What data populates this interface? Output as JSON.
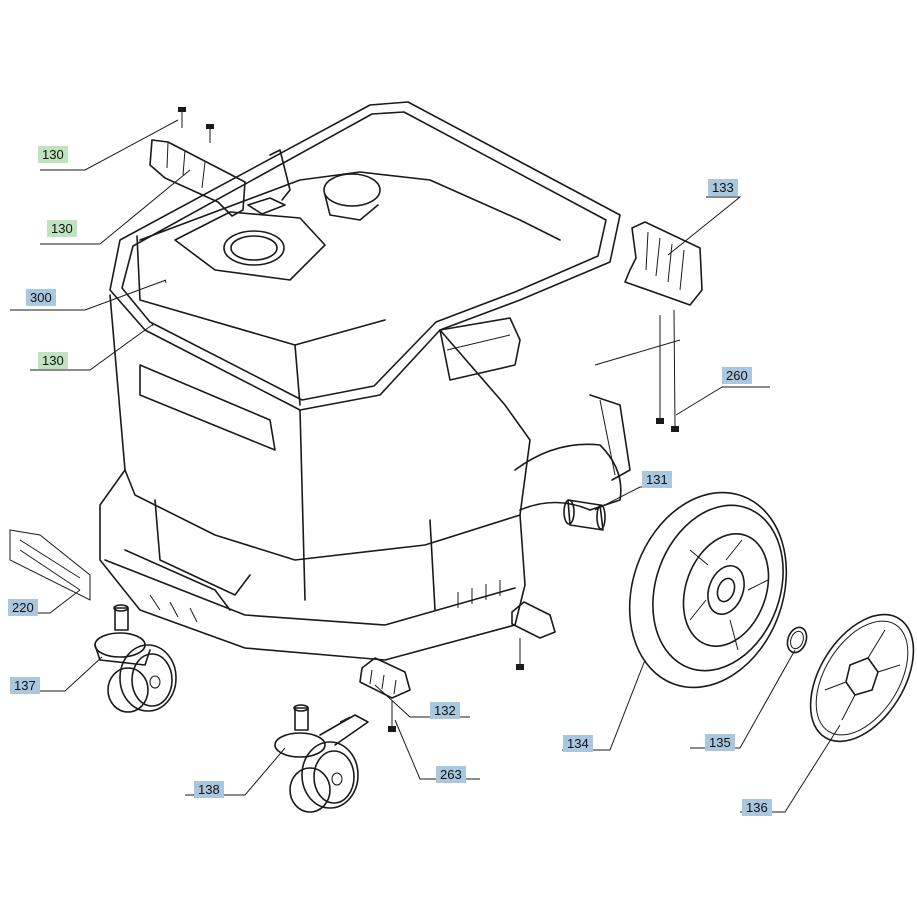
{
  "colors": {
    "blue_label": "#a9c7de",
    "green_label": "#bfe3bf",
    "line": "#1a1a1a"
  },
  "labels": {
    "l130a": {
      "text": "130",
      "color": "green"
    },
    "l130b": {
      "text": "130",
      "color": "green"
    },
    "l300": {
      "text": "300",
      "color": "blue"
    },
    "l130c": {
      "text": "130",
      "color": "green"
    },
    "l133": {
      "text": "133",
      "color": "blue"
    },
    "l260": {
      "text": "260",
      "color": "blue"
    },
    "l131": {
      "text": "131",
      "color": "blue"
    },
    "l220": {
      "text": "220",
      "color": "blue"
    },
    "l137": {
      "text": "137",
      "color": "blue"
    },
    "l132": {
      "text": "132",
      "color": "blue"
    },
    "l134": {
      "text": "134",
      "color": "blue"
    },
    "l135": {
      "text": "135",
      "color": "blue"
    },
    "l263": {
      "text": "263",
      "color": "blue"
    },
    "l138": {
      "text": "138",
      "color": "blue"
    },
    "l136": {
      "text": "136",
      "color": "blue"
    }
  }
}
